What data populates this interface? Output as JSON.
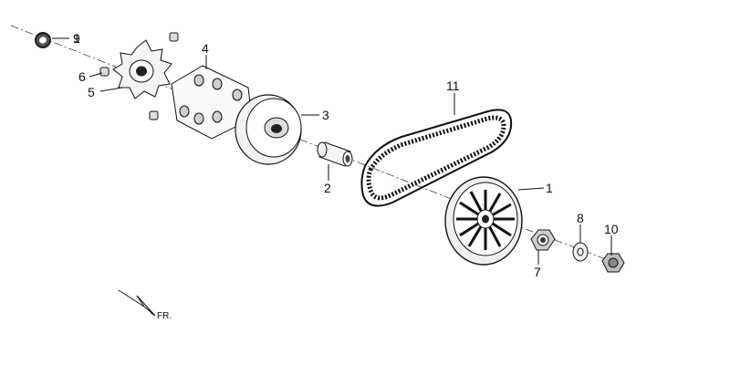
{
  "diagram": {
    "callouts": [
      {
        "id": "p1",
        "label": "1"
      },
      {
        "id": "p2",
        "label": "2"
      },
      {
        "id": "p3",
        "label": "3"
      },
      {
        "id": "p4",
        "label": "4"
      },
      {
        "id": "p5",
        "label": "5"
      },
      {
        "id": "p6",
        "label": "6"
      },
      {
        "id": "p7",
        "label": "7"
      },
      {
        "id": "p8",
        "label": "8"
      },
      {
        "id": "p9",
        "label": "9"
      },
      {
        "id": "p10",
        "label": "10"
      },
      {
        "id": "p11",
        "label": "11"
      }
    ],
    "direction_label": "FR."
  }
}
